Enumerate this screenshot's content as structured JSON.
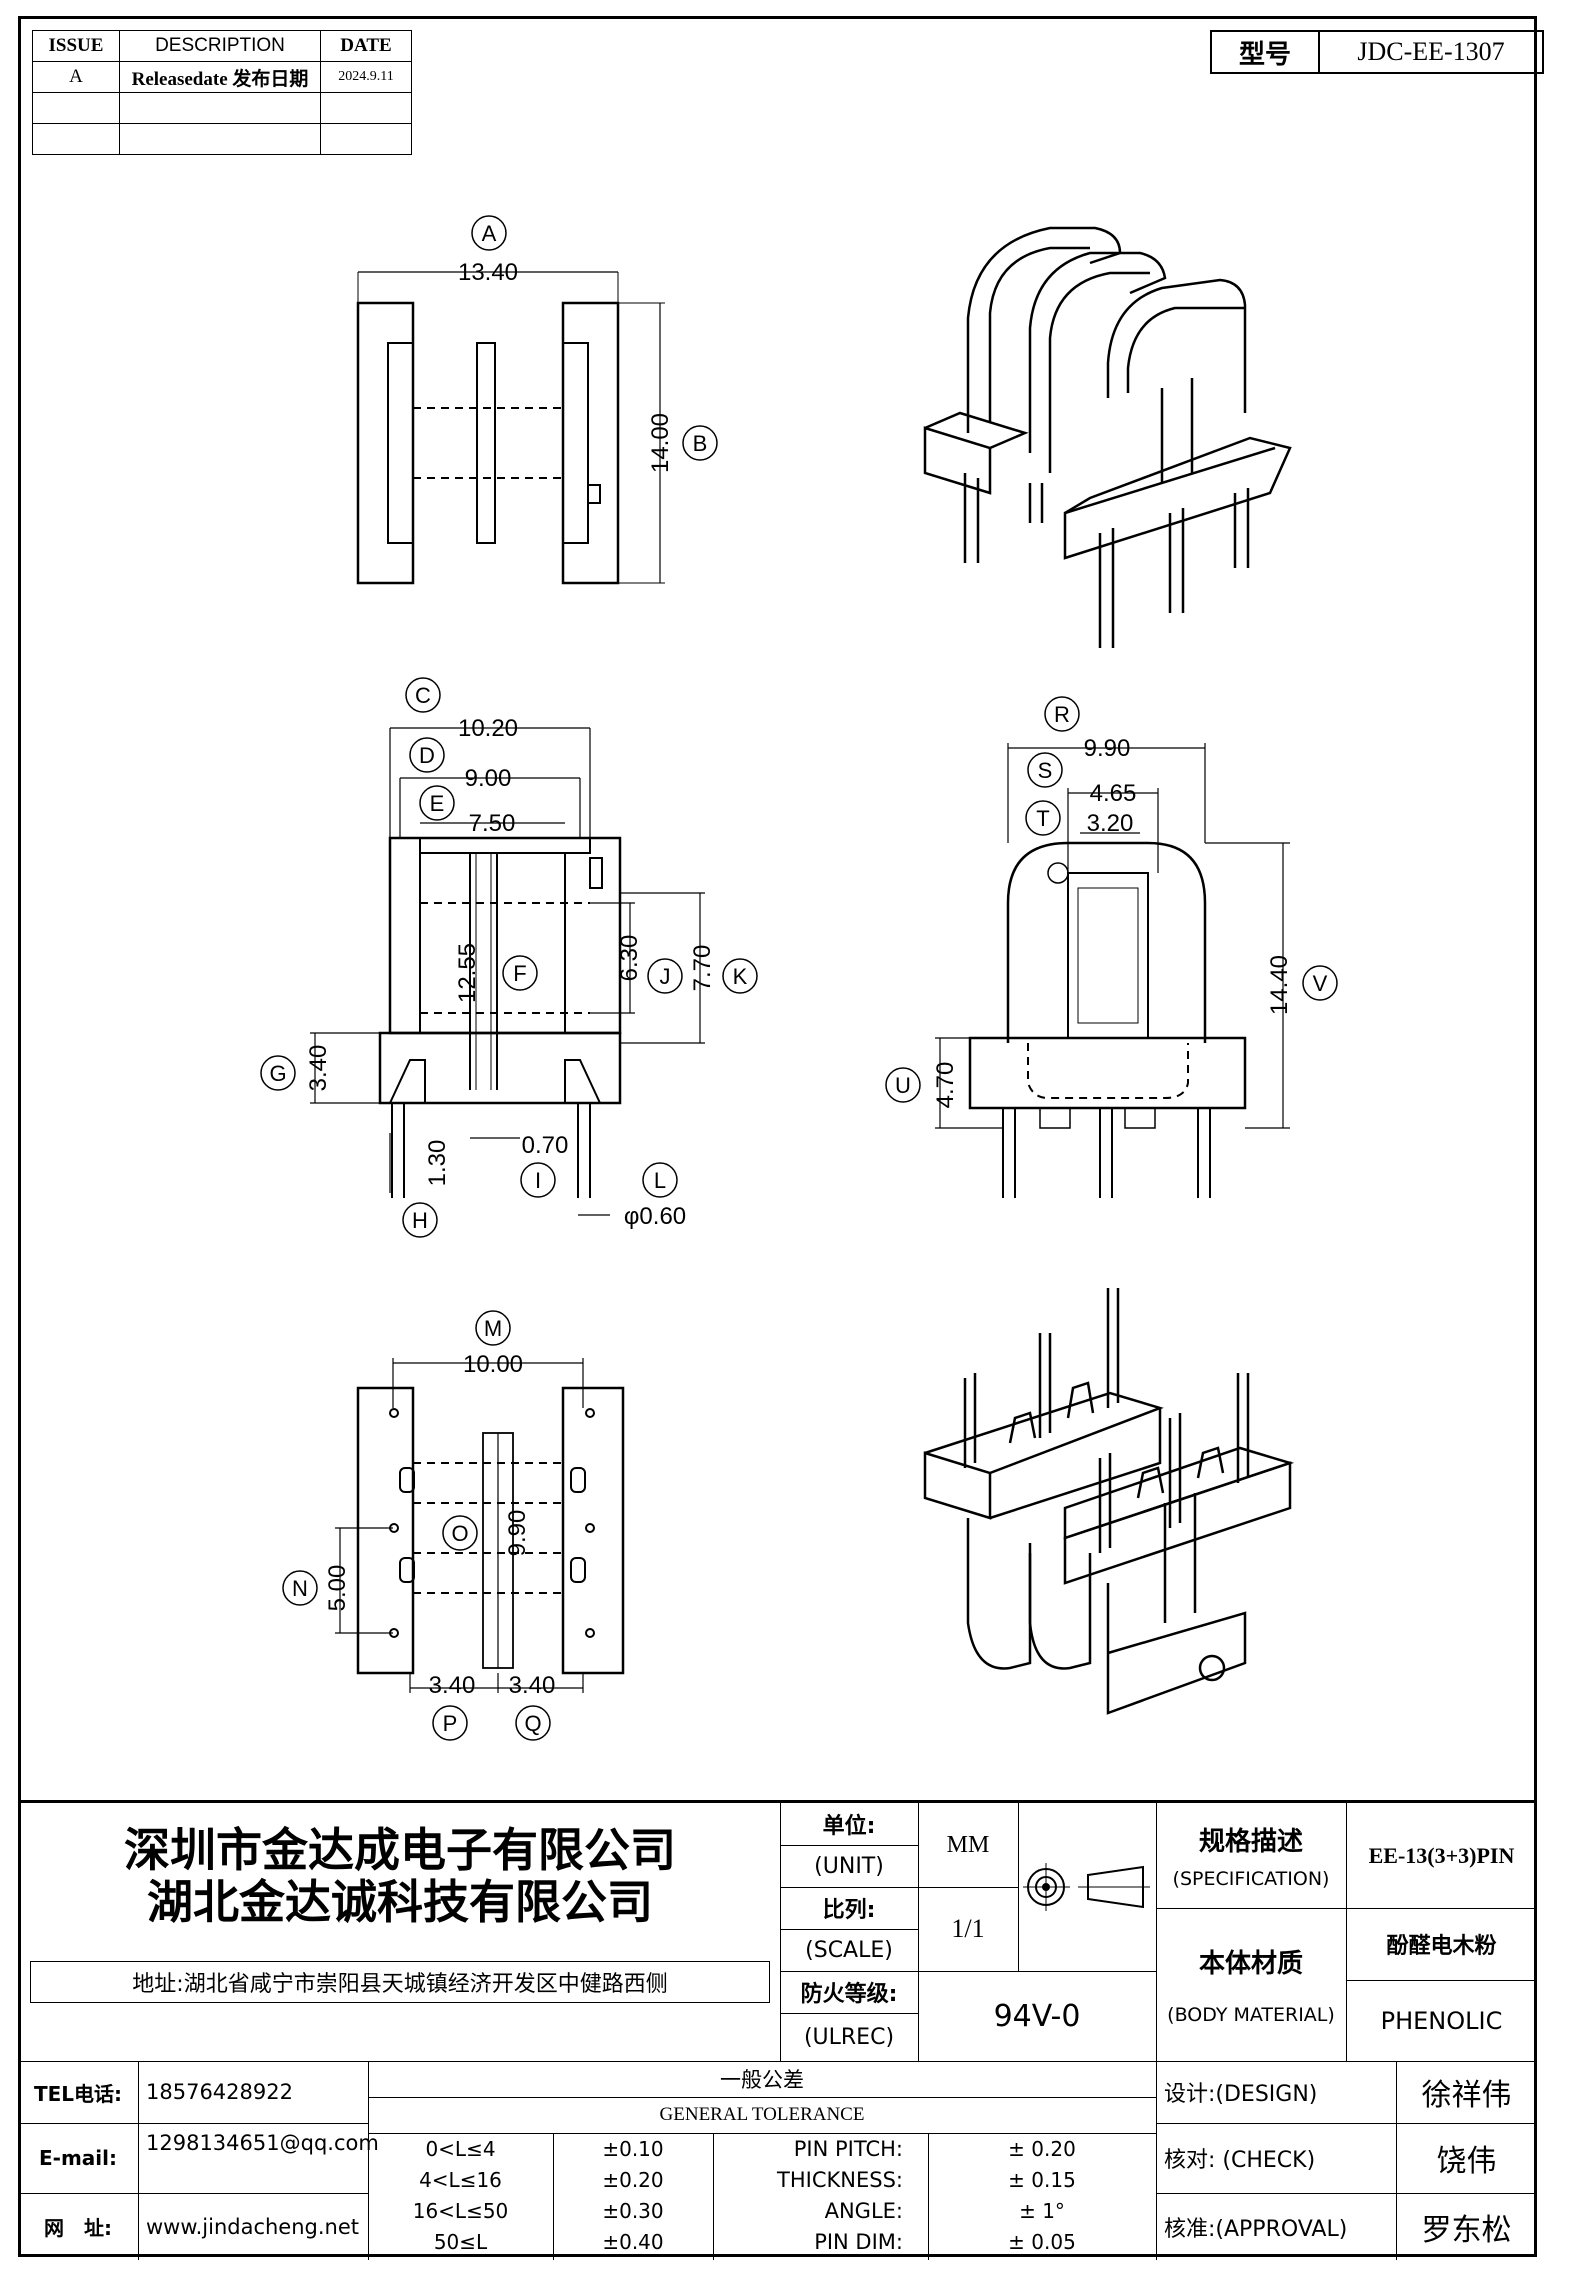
{
  "revision_table": {
    "headers": [
      "ISSUE",
      "DESCRIPTION",
      "DATE"
    ],
    "rows": [
      [
        "A",
        "Releasedate 发布日期",
        "2024.9.11"
      ],
      [
        "",
        "",
        ""
      ],
      [
        "",
        "",
        ""
      ]
    ]
  },
  "model": {
    "label": "型号",
    "value": "JDC-EE-1307"
  },
  "dimensions": {
    "A": "13.40",
    "B": "14.00",
    "C": "10.20",
    "D": "9.00",
    "E": "7.50",
    "F": "12.55",
    "G": "3.40",
    "H": "1.30",
    "I": "0.70",
    "J": "6.30",
    "K": "7.70",
    "L": "φ0.60",
    "M": "10.00",
    "N": "5.00",
    "O": "9.90",
    "P": "3.40",
    "Q": "3.40",
    "R": "9.90",
    "S": "4.65",
    "T": "3.20",
    "U": "4.70",
    "V": "14.40"
  },
  "company": {
    "name1": "深圳市金达成电子有限公司",
    "name2": "湖北金达诚科技有限公司",
    "address": "地址:湖北省咸宁市崇阳县天城镇经济开发区中健路西侧"
  },
  "contact": {
    "tel_label": "TEL电话:",
    "tel": "18576428922",
    "email_label": "E-mail:",
    "email": "1298134651@qq.com",
    "web_label": "网　址:",
    "web": "www.jindacheng.net"
  },
  "spec_block": {
    "unit_cn": "单位:",
    "unit_en": "(UNIT)",
    "unit_val": "MM",
    "scale_cn": "比列:",
    "scale_en": "(SCALE)",
    "scale_val": "1/1",
    "ul_cn": "防火等级:",
    "ul_en": "(ULREC)",
    "ul_val": "94V-0",
    "spec_cn": "规格描述",
    "spec_en": "(SPECIFICATION)",
    "spec_val": "EE-13(3+3)PIN",
    "mat_cn": "本体材质",
    "mat_en": "(BODY MATERIAL)",
    "mat_val_cn": "酚醛电木粉",
    "mat_val_en": "PHENOLIC"
  },
  "tolerance": {
    "title_cn": "一般公差",
    "title_en": "GENERAL TOLERANCE",
    "rows": [
      {
        "range": "0<L≤4",
        "tol": "±0.10",
        "item": "PIN PITCH:",
        "val": "±  0.20"
      },
      {
        "range": "4<L≤16",
        "tol": "±0.20",
        "item": "THICKNESS:",
        "val": "±  0.15"
      },
      {
        "range": "16<L≤50",
        "tol": "±0.30",
        "item": "ANGLE:",
        "val": "±  1°"
      },
      {
        "range": "50≤L",
        "tol": "±0.40",
        "item": "PIN DIM:",
        "val": "±  0.05"
      }
    ]
  },
  "signoff": {
    "design_label": "设计:(DESIGN)",
    "design": "徐祥伟",
    "check_label": "核对: (CHECK)",
    "check": "饶伟",
    "approval_label": "核准:(APPROVAL)",
    "approval": "罗东松"
  }
}
